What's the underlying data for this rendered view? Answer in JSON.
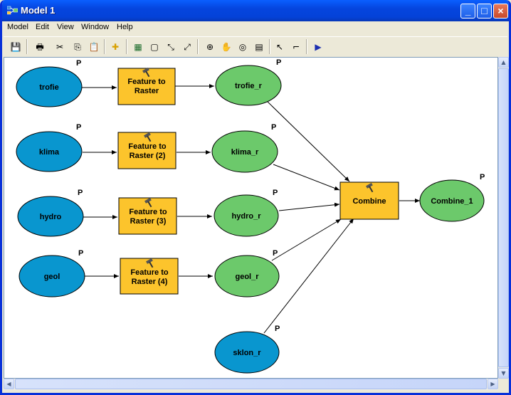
{
  "window": {
    "title": "Model 1"
  },
  "menu": [
    "Model",
    "Edit",
    "View",
    "Window",
    "Help"
  ],
  "toolbar": {
    "tools": [
      {
        "name": "save-icon",
        "glyph": "💾"
      },
      {
        "name": "print-icon",
        "glyph": "🖶"
      },
      {
        "name": "cut-icon",
        "glyph": "✂"
      },
      {
        "name": "copy-icon",
        "glyph": "⎘"
      },
      {
        "name": "paste-icon",
        "glyph": "📋"
      },
      {
        "name": "add-data-icon",
        "glyph": "✚"
      },
      {
        "name": "auto-layout-icon",
        "glyph": "▦"
      },
      {
        "name": "full-extent-icon",
        "glyph": "▢"
      },
      {
        "name": "zoom-in-fixed-icon",
        "glyph": "⤡"
      },
      {
        "name": "zoom-out-fixed-icon",
        "glyph": "⤢"
      },
      {
        "name": "zoom-in-icon",
        "glyph": "⊕"
      },
      {
        "name": "pan-icon",
        "glyph": "✋"
      },
      {
        "name": "zoom-to-selection-icon",
        "glyph": "◎"
      },
      {
        "name": "grid-icon",
        "glyph": "▤"
      },
      {
        "name": "select-icon",
        "glyph": "↖"
      },
      {
        "name": "connect-icon",
        "glyph": "⌐"
      },
      {
        "name": "run-icon",
        "glyph": "▶"
      }
    ]
  },
  "colors": {
    "input": "#0996CF",
    "tool": "#FCC42C",
    "output": "#6CC96B",
    "border": "#000000"
  },
  "model": {
    "inputs": [
      {
        "id": "trofie",
        "label": "trofie",
        "p": "P"
      },
      {
        "id": "klima",
        "label": "klima",
        "p": "P"
      },
      {
        "id": "hydro",
        "label": "hydro",
        "p": "P"
      },
      {
        "id": "geol",
        "label": "geol",
        "p": "P"
      },
      {
        "id": "sklon_r",
        "label": "sklon_r",
        "p": "P"
      }
    ],
    "tools": [
      {
        "id": "ftr1",
        "line1": "Feature to",
        "line2": "Raster"
      },
      {
        "id": "ftr2",
        "line1": "Feature to",
        "line2": "Raster (2)"
      },
      {
        "id": "ftr3",
        "line1": "Feature to",
        "line2": "Raster (3)"
      },
      {
        "id": "ftr4",
        "line1": "Feature to",
        "line2": "Raster (4)"
      },
      {
        "id": "combine",
        "line1": "Combine",
        "line2": ""
      }
    ],
    "outputs": [
      {
        "id": "trofie_r",
        "label": "trofie_r",
        "p": "P"
      },
      {
        "id": "klima_r",
        "label": "klima_r",
        "p": "P"
      },
      {
        "id": "hydro_r",
        "label": "hydro_r",
        "p": "P"
      },
      {
        "id": "geol_r",
        "label": "geol_r",
        "p": "P"
      },
      {
        "id": "combine_1",
        "label": "Combine_1",
        "p": "P"
      }
    ]
  }
}
